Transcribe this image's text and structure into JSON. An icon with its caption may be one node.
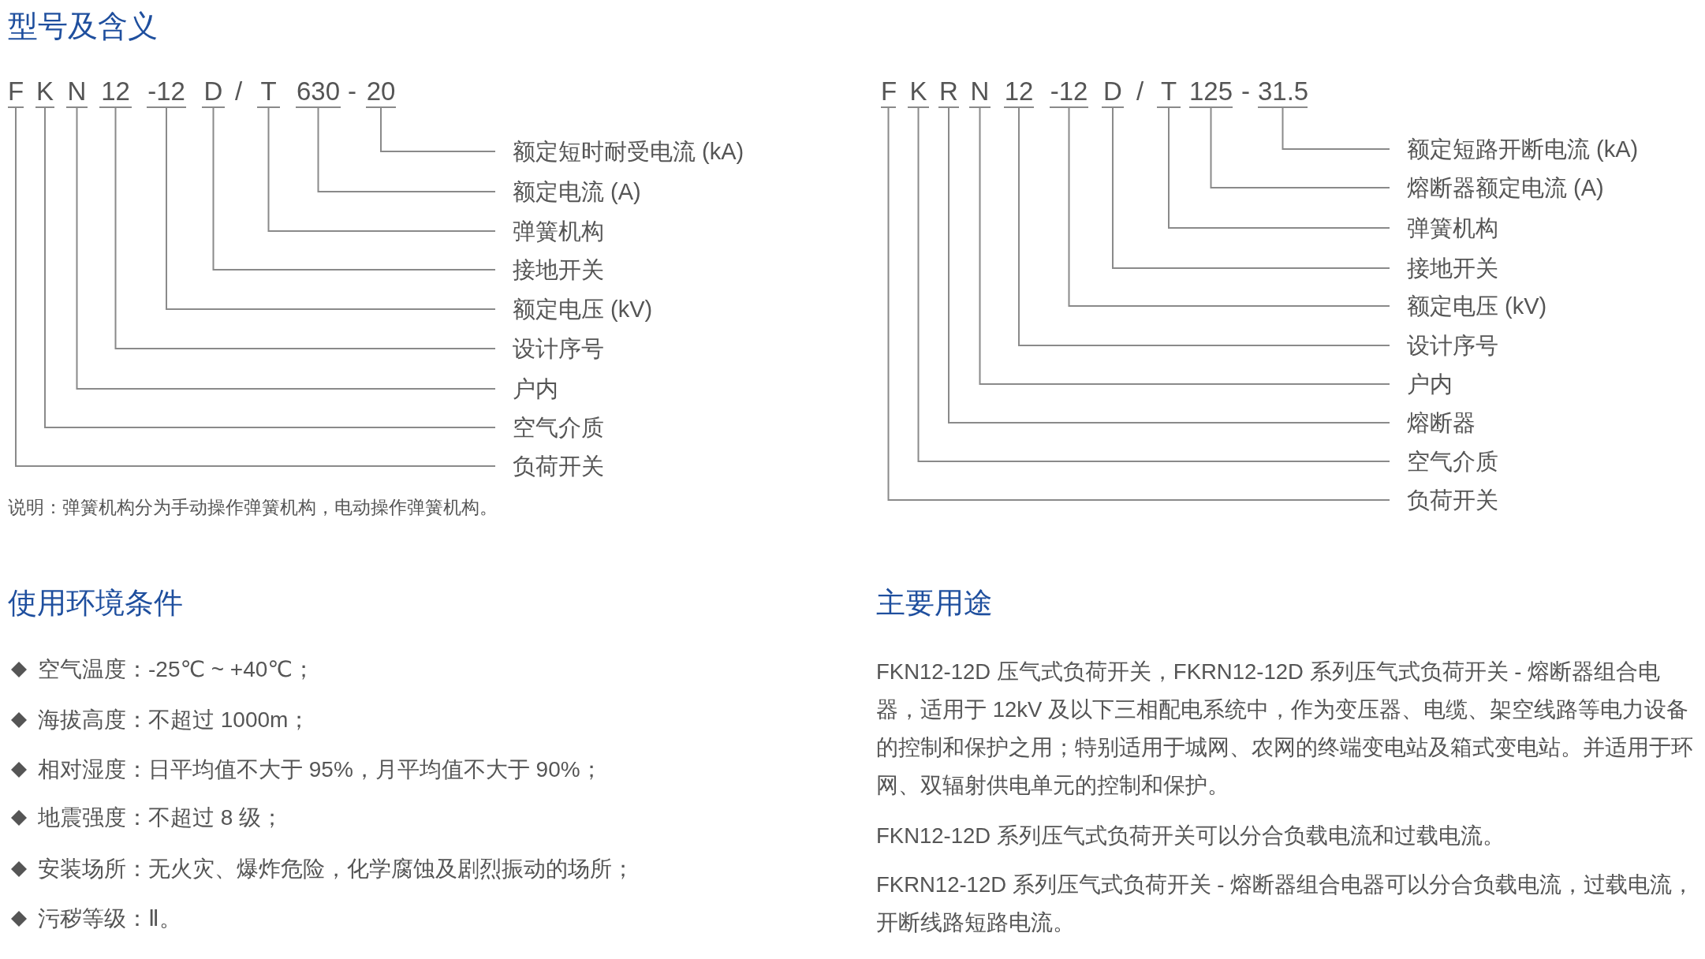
{
  "diagram": {
    "title": "型号及含义",
    "nodes": [
      {
        "text": [
          "F"
        ]
      },
      {
        "text": [
          "K"
        ]
      },
      {
        "text": [
          "N"
        ]
      },
      {
        "text": [
          "12"
        ]
      },
      {
        "text": [
          "-12"
        ]
      },
      {
        "text": [
          "D"
        ]
      },
      {
        "text": [
          "T"
        ]
      },
      {
        "text": [
          "630"
        ]
      },
      {
        "text": [
          "20"
        ]
      },
      {
        "text": [
          "额定短时耐受电流 (kA)"
        ]
      },
      {
        "text": [
          "额定电流 (A)"
        ]
      },
      {
        "text": [
          "弹簧机构"
        ]
      },
      {
        "text": [
          "接地开关"
        ]
      },
      {
        "text": [
          "额定电压 (kV)"
        ]
      },
      {
        "text": [
          "设计序号"
        ]
      },
      {
        "text": [
          "户内"
        ]
      },
      {
        "text": [
          "空气介质"
        ]
      },
      {
        "text": [
          "负荷开关"
        ]
      },
      {
        "text": [
          "F"
        ]
      },
      {
        "text": [
          "K"
        ]
      },
      {
        "text": [
          "R"
        ]
      },
      {
        "text": [
          "N"
        ]
      },
      {
        "text": [
          "12"
        ]
      },
      {
        "text": [
          "-12"
        ]
      },
      {
        "text": [
          "D"
        ]
      },
      {
        "text": [
          "T"
        ]
      },
      {
        "text": [
          "125"
        ]
      },
      {
        "text": [
          "31.5"
        ]
      },
      {
        "text": [
          "额定短路开断电流 (kA)"
        ]
      },
      {
        "text": [
          "熔断器额定电流 (A)"
        ]
      },
      {
        "text": [
          "弹簧机构"
        ]
      },
      {
        "text": [
          "接地开关"
        ]
      },
      {
        "text": [
          "额定电压 (kV)"
        ]
      },
      {
        "text": [
          "设计序号"
        ]
      },
      {
        "text": [
          "户内"
        ]
      },
      {
        "text": [
          "熔断器"
        ]
      },
      {
        "text": [
          "空气介质"
        ]
      },
      {
        "text": [
          "负荷开关"
        ]
      }
    ],
    "edges": [
      {
        "from": 0,
        "to": 17,
        "arrow": "none"
      },
      {
        "from": 1,
        "to": 16,
        "arrow": "none"
      },
      {
        "from": 2,
        "to": 15,
        "arrow": "none"
      },
      {
        "from": 3,
        "to": 14,
        "arrow": "none"
      },
      {
        "from": 4,
        "to": 13,
        "arrow": "none"
      },
      {
        "from": 5,
        "to": 12,
        "arrow": "none"
      },
      {
        "from": 6,
        "to": 11,
        "arrow": "none"
      },
      {
        "from": 7,
        "to": 10,
        "arrow": "none"
      },
      {
        "from": 8,
        "to": 9,
        "arrow": "none"
      },
      {
        "from": 18,
        "to": 37,
        "arrow": "none"
      },
      {
        "from": 19,
        "to": 36,
        "arrow": "none"
      },
      {
        "from": 20,
        "to": 35,
        "arrow": "none"
      },
      {
        "from": 21,
        "to": 34,
        "arrow": "none"
      },
      {
        "from": 22,
        "to": 33,
        "arrow": "none"
      },
      {
        "from": 23,
        "to": 32,
        "arrow": "none"
      },
      {
        "from": 24,
        "to": 31,
        "arrow": "none"
      },
      {
        "from": 25,
        "to": 30,
        "arrow": "none"
      },
      {
        "from": 26,
        "to": 29,
        "arrow": "none"
      },
      {
        "from": 27,
        "to": 28,
        "arrow": "none"
      }
    ],
    "labels": [
      "/",
      "-",
      "/",
      "-",
      "说明：弹簧机构分为手动操作弹簧机构，电动操作弹簧机构。",
      "使用环境条件",
      "空气温度：-25℃ ~ +40℃；",
      "海拔高度：不超过 1000m；",
      "相对湿度：日平均值不大于 95%，月平均值不大于 90%；",
      "地震强度：不超过 8 级；",
      "安装场所：无火灾、爆炸危险，化学腐蚀及剧烈振动的场所；",
      "污秽等级：Ⅱ。",
      "主要用途",
      "FKN12-12D 压气式负荷开关，FKRN12-12D 系列压气式负荷开关 - 熔断器组合电器，适用于 12kV 及以下三相配电系统中，作为变压器、电缆、架空线路等电力设备的控制和保护之用；特别适用于城网、农网的终端变电站及箱式变电站。并适用于环网、双辐射供电单元的控制和保护。",
      "FKN12-12D 系列压气式负荷开关可以分合负载电流和过载电流。",
      "FKRN12-12D 系列压气式负荷开关 - 熔断器组合电器可以分合负载电流，过载电流，开断线路短路电流。"
    ]
  }
}
